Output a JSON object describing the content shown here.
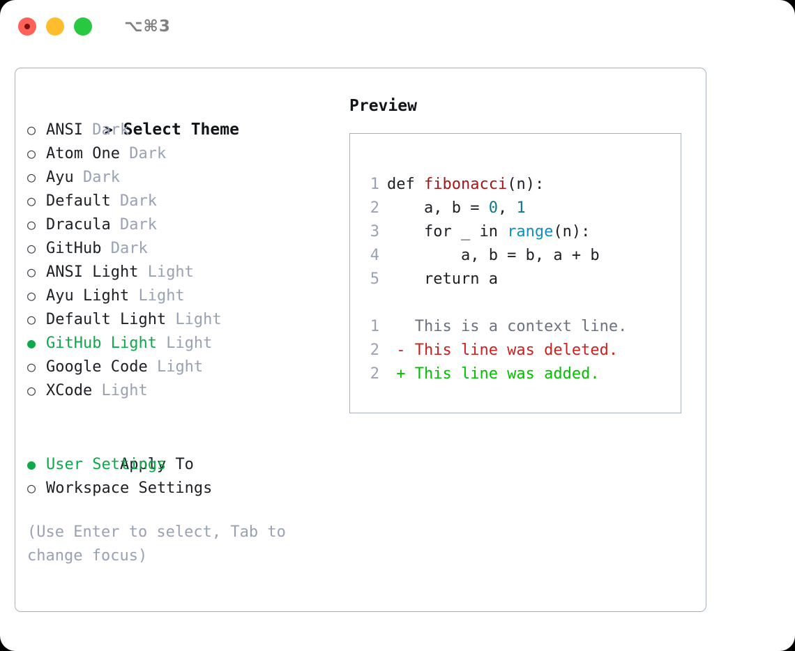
{
  "titlebar": {
    "shortcut": "⌥⌘3",
    "lights": [
      "close-red",
      "minimize-yellow",
      "maximize-green"
    ]
  },
  "theme_list": {
    "header_marker": ">",
    "header_label": "Select Theme",
    "marker_unselected": "○",
    "marker_selected": "●",
    "items": [
      {
        "name": "ANSI",
        "category": "Dark",
        "selected": false
      },
      {
        "name": "Atom One",
        "category": "Dark",
        "selected": false
      },
      {
        "name": "Ayu",
        "category": "Dark",
        "selected": false
      },
      {
        "name": "Default",
        "category": "Dark",
        "selected": false
      },
      {
        "name": "Dracula",
        "category": "Dark",
        "selected": false
      },
      {
        "name": "GitHub",
        "category": "Dark",
        "selected": false
      },
      {
        "name": "ANSI Light",
        "category": "Light",
        "selected": false
      },
      {
        "name": "Ayu Light",
        "category": "Light",
        "selected": false
      },
      {
        "name": "Default Light",
        "category": "Light",
        "selected": false
      },
      {
        "name": "GitHub Light",
        "category": "Light",
        "selected": true
      },
      {
        "name": "Google Code",
        "category": "Light",
        "selected": false
      },
      {
        "name": "XCode",
        "category": "Light",
        "selected": false
      }
    ]
  },
  "apply_to": {
    "header_label": "Apply To",
    "items": [
      {
        "name": "User Settings",
        "selected": true
      },
      {
        "name": "Workspace Settings",
        "selected": false
      }
    ]
  },
  "hint": "(Use Enter to select, Tab to change focus)",
  "preview": {
    "title": "Preview",
    "code_lines": [
      {
        "no": "1",
        "segments": [
          {
            "text": "def ",
            "tok": "plain"
          },
          {
            "text": "fibonacci",
            "tok": "fn"
          },
          {
            "text": "(n):",
            "tok": "plain"
          }
        ]
      },
      {
        "no": "2",
        "segments": [
          {
            "text": "    a, b = ",
            "tok": "plain"
          },
          {
            "text": "0",
            "tok": "num"
          },
          {
            "text": ", ",
            "tok": "plain"
          },
          {
            "text": "1",
            "tok": "num"
          }
        ]
      },
      {
        "no": "3",
        "segments": [
          {
            "text": "    for _ in ",
            "tok": "plain"
          },
          {
            "text": "range",
            "tok": "call"
          },
          {
            "text": "(n):",
            "tok": "plain"
          }
        ]
      },
      {
        "no": "4",
        "segments": [
          {
            "text": "        a, b = b, a + b",
            "tok": "plain"
          }
        ]
      },
      {
        "no": "5",
        "segments": [
          {
            "text": "    return a",
            "tok": "plain"
          }
        ]
      }
    ],
    "diff_lines": [
      {
        "no": "1",
        "prefix": "  ",
        "text": "This is a context line.",
        "kind": "context"
      },
      {
        "no": "2",
        "prefix": "- ",
        "text": "This line was deleted.",
        "kind": "del"
      },
      {
        "no": "2",
        "prefix": "+ ",
        "text": "This line was added.",
        "kind": "add"
      }
    ]
  },
  "colors": {
    "selected_green": "#0fa84a",
    "dim_gray": "#98a2b3",
    "border": "#a7b0be",
    "diff_add": "#00c000",
    "diff_del": "#cc1f1f",
    "syntax_fn": "#a4161a",
    "syntax_num": "#0b7a86",
    "syntax_call": "#0a8fbf"
  }
}
